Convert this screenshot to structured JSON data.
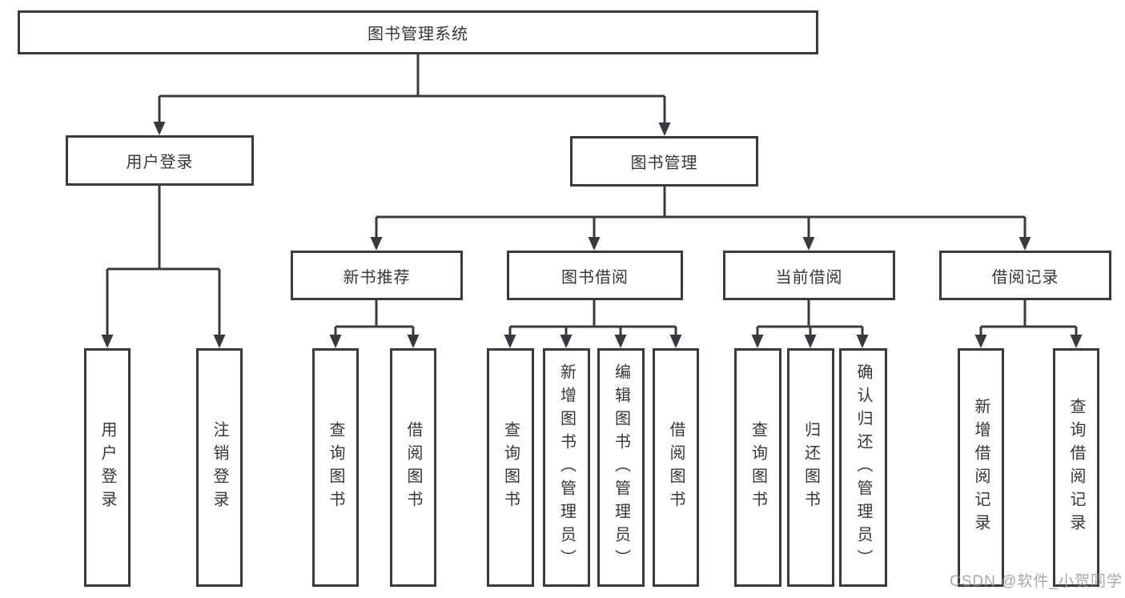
{
  "title": "图书管理系统",
  "colors": {
    "background": "#ffffff",
    "line": "#3a3a3e",
    "box_border": "#3a3a3e",
    "text": "#36363b",
    "watermark": "#949498"
  },
  "nodes": {
    "root": {
      "label": "图书管理系统"
    },
    "user_login": {
      "label": "用户登录"
    },
    "book_mgmt": {
      "label": "图书管理"
    },
    "new_book_rec": {
      "label": "新书推荐"
    },
    "book_borrow": {
      "label": "图书借阅"
    },
    "current_borrow": {
      "label": "当前借阅"
    },
    "borrow_records": {
      "label": "借阅记录"
    },
    "leaf_user_login": {
      "label": "用户登录"
    },
    "leaf_logout": {
      "label": "注销登录"
    },
    "leaf_query_book_rec": {
      "label": "查询图书"
    },
    "leaf_borrow_book_rec": {
      "label": "借阅图书"
    },
    "leaf_query_book_borrow": {
      "label": "查询图书"
    },
    "leaf_add_book": {
      "label": "新增图书（管理员）"
    },
    "leaf_edit_book": {
      "label": "编辑图书（管理员）"
    },
    "leaf_borrow_book_borrow": {
      "label": "借阅图书"
    },
    "leaf_query_book_current": {
      "label": "查询图书"
    },
    "leaf_return_book": {
      "label": "归还图书"
    },
    "leaf_confirm_return": {
      "label": "确认归还（管理员）"
    },
    "leaf_add_borrow_record": {
      "label": "新增借阅记录"
    },
    "leaf_query_borrow_record": {
      "label": "查询借阅记录"
    }
  },
  "hierarchy": {
    "图书管理系统": {
      "用户登录": [
        "用户登录",
        "注销登录"
      ],
      "图书管理": {
        "新书推荐": [
          "查询图书",
          "借阅图书"
        ],
        "图书借阅": [
          "查询图书",
          "新增图书（管理员）",
          "编辑图书（管理员）",
          "借阅图书"
        ],
        "当前借阅": [
          "查询图书",
          "归还图书",
          "确认归还（管理员）"
        ],
        "借阅记录": [
          "新增借阅记录",
          "查询借阅记录"
        ]
      }
    }
  },
  "watermark": {
    "text": "CSDN @软件_小贺同学"
  }
}
